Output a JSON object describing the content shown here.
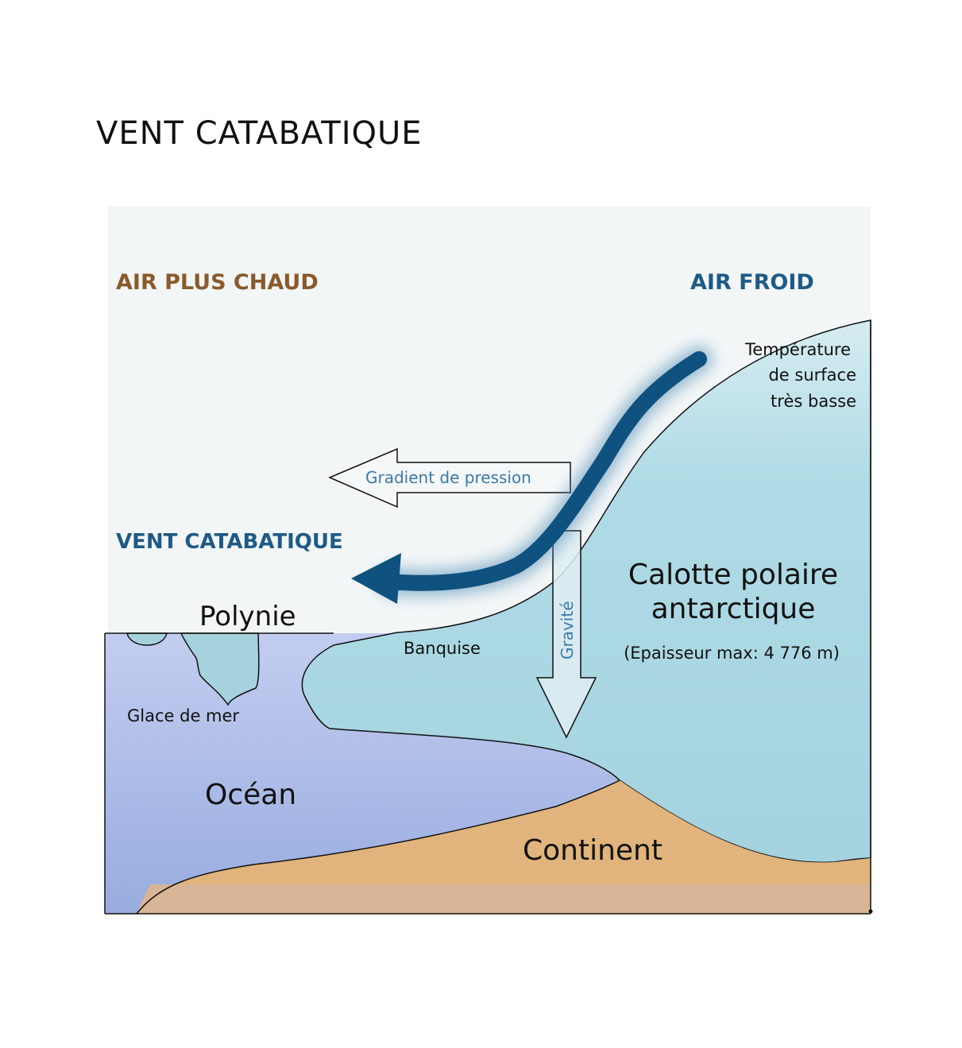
{
  "title": "VENT CATABATIQUE",
  "labels": {
    "warm_air": "AIR PLUS CHAUD",
    "cold_air": "AIR FROID",
    "surface_temp": [
      "Température",
      "de surface",
      "très basse"
    ],
    "pressure_gradient": "Gradient de pression",
    "katabatic_wind": "VENT CATABATIQUE",
    "polynya": "Polynie",
    "pack_ice": "Banquise",
    "gravity": "Gravité",
    "ice_cap": [
      "Calotte polaire",
      "antarctique"
    ],
    "thickness": "(Epaisseur max: 4 776 m)",
    "sea_ice": "Glace de mer",
    "ocean": "Océan",
    "continent": "Continent"
  },
  "colors": {
    "sky": "#f2f6f7",
    "ice": "#a8d8e4",
    "ice_light": "#bfe4ec",
    "ocean": "#a9b9e6",
    "continent": "#e0b47c",
    "bedrock": "#d8b596",
    "wind_arrow": "#0f527f",
    "warm_text": "#8a5a2b",
    "cold_text": "#1f5a86",
    "gradient_text": "#3a7aa8"
  }
}
